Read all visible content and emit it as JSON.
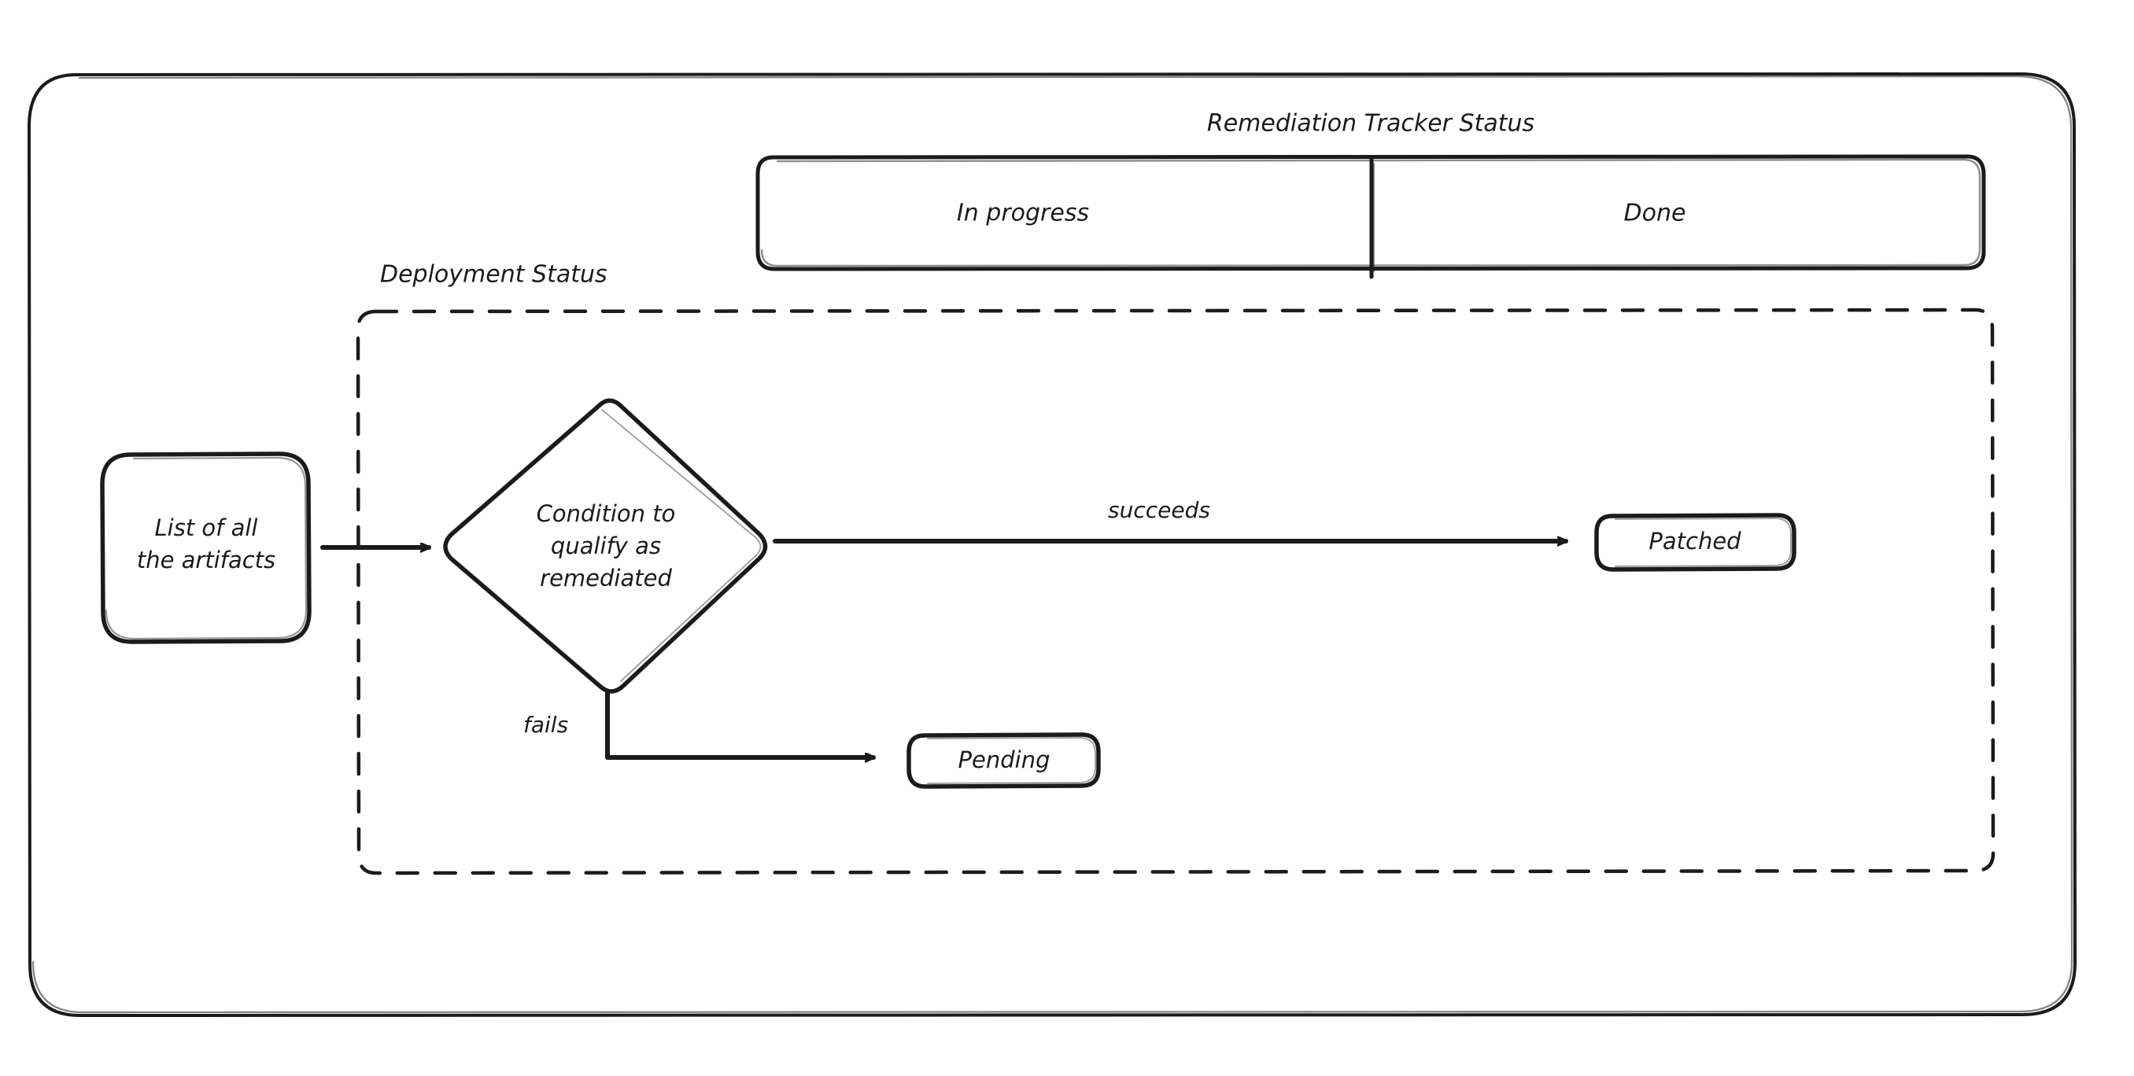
{
  "diagram": {
    "title": "Remediation Tracker Status",
    "style": "hand-drawn sketch flowchart",
    "stroke_color": "#1b1b1b",
    "background_color": "#ffffff",
    "swimlane": {
      "label": "Remediation Tracker Status",
      "lanes": [
        {
          "label": "In progress"
        },
        {
          "label": "Done"
        }
      ]
    },
    "group": {
      "label": "Deployment Status",
      "border": "dashed"
    },
    "nodes": [
      {
        "id": "artifacts",
        "label_line1": "List of all",
        "label_line2": "the artifacts",
        "shape": "rounded-rect"
      },
      {
        "id": "condition",
        "label_line1": "Condition to",
        "label_line2": "qualify as",
        "label_line3": "remediated",
        "shape": "diamond"
      },
      {
        "id": "patched",
        "label": "Patched",
        "shape": "rounded-rect"
      },
      {
        "id": "pending",
        "label": "Pending",
        "shape": "rounded-rect"
      }
    ],
    "edges": [
      {
        "from": "artifacts",
        "to": "condition",
        "label": ""
      },
      {
        "from": "condition",
        "to": "patched",
        "label": "succeeds"
      },
      {
        "from": "condition",
        "to": "pending",
        "label": "fails"
      }
    ]
  }
}
